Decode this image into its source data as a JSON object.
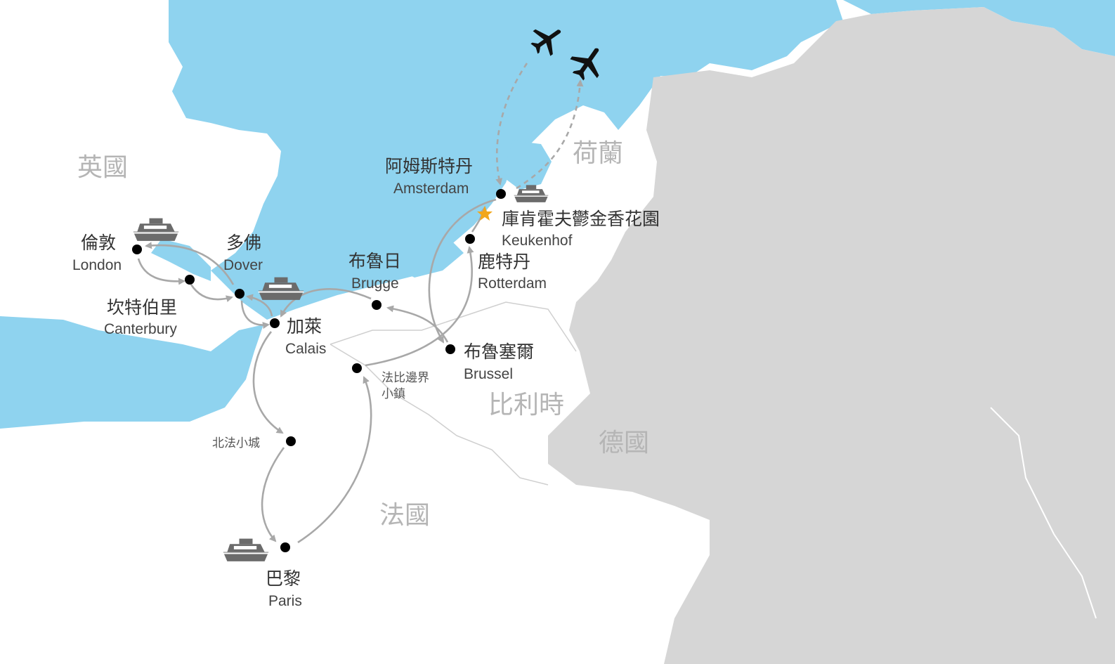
{
  "colors": {
    "sea": "#8fd3ef",
    "land": "#ffffff",
    "foreign_land": "#d6d6d6",
    "border": "#cfcfcf",
    "route": "#a8a8a8",
    "star": "#f2a71b",
    "city_dot": "#000000"
  },
  "countries": {
    "uk": "英國",
    "netherlands": "荷蘭",
    "belgium": "比利時",
    "germany": "德國",
    "france": "法國"
  },
  "cities": {
    "london": {
      "zh": "倫敦",
      "en": "London"
    },
    "dover": {
      "zh": "多佛",
      "en": "Dover"
    },
    "canterbury": {
      "zh": "坎特伯里",
      "en": "Canterbury"
    },
    "calais": {
      "zh": "加萊",
      "en": "Calais"
    },
    "brugge": {
      "zh": "布魯日",
      "en": "Brugge"
    },
    "amsterdam": {
      "zh": "阿姆斯特丹",
      "en": "Amsterdam"
    },
    "keukenhof": {
      "zh": "庫肯霍夫鬱金香花園",
      "en": "Keukenhof"
    },
    "rotterdam": {
      "zh": "鹿特丹",
      "en": "Rotterdam"
    },
    "brussel": {
      "zh": "布魯塞爾",
      "en": "Brussel"
    },
    "paris": {
      "zh": "巴黎",
      "en": "Paris"
    }
  },
  "towns": {
    "border_town_line1": "法比邊界",
    "border_town_line2": "小鎮",
    "north_france_town": "北法小城"
  },
  "icons": [
    "plane-icon",
    "boat-icon",
    "star-icon"
  ]
}
